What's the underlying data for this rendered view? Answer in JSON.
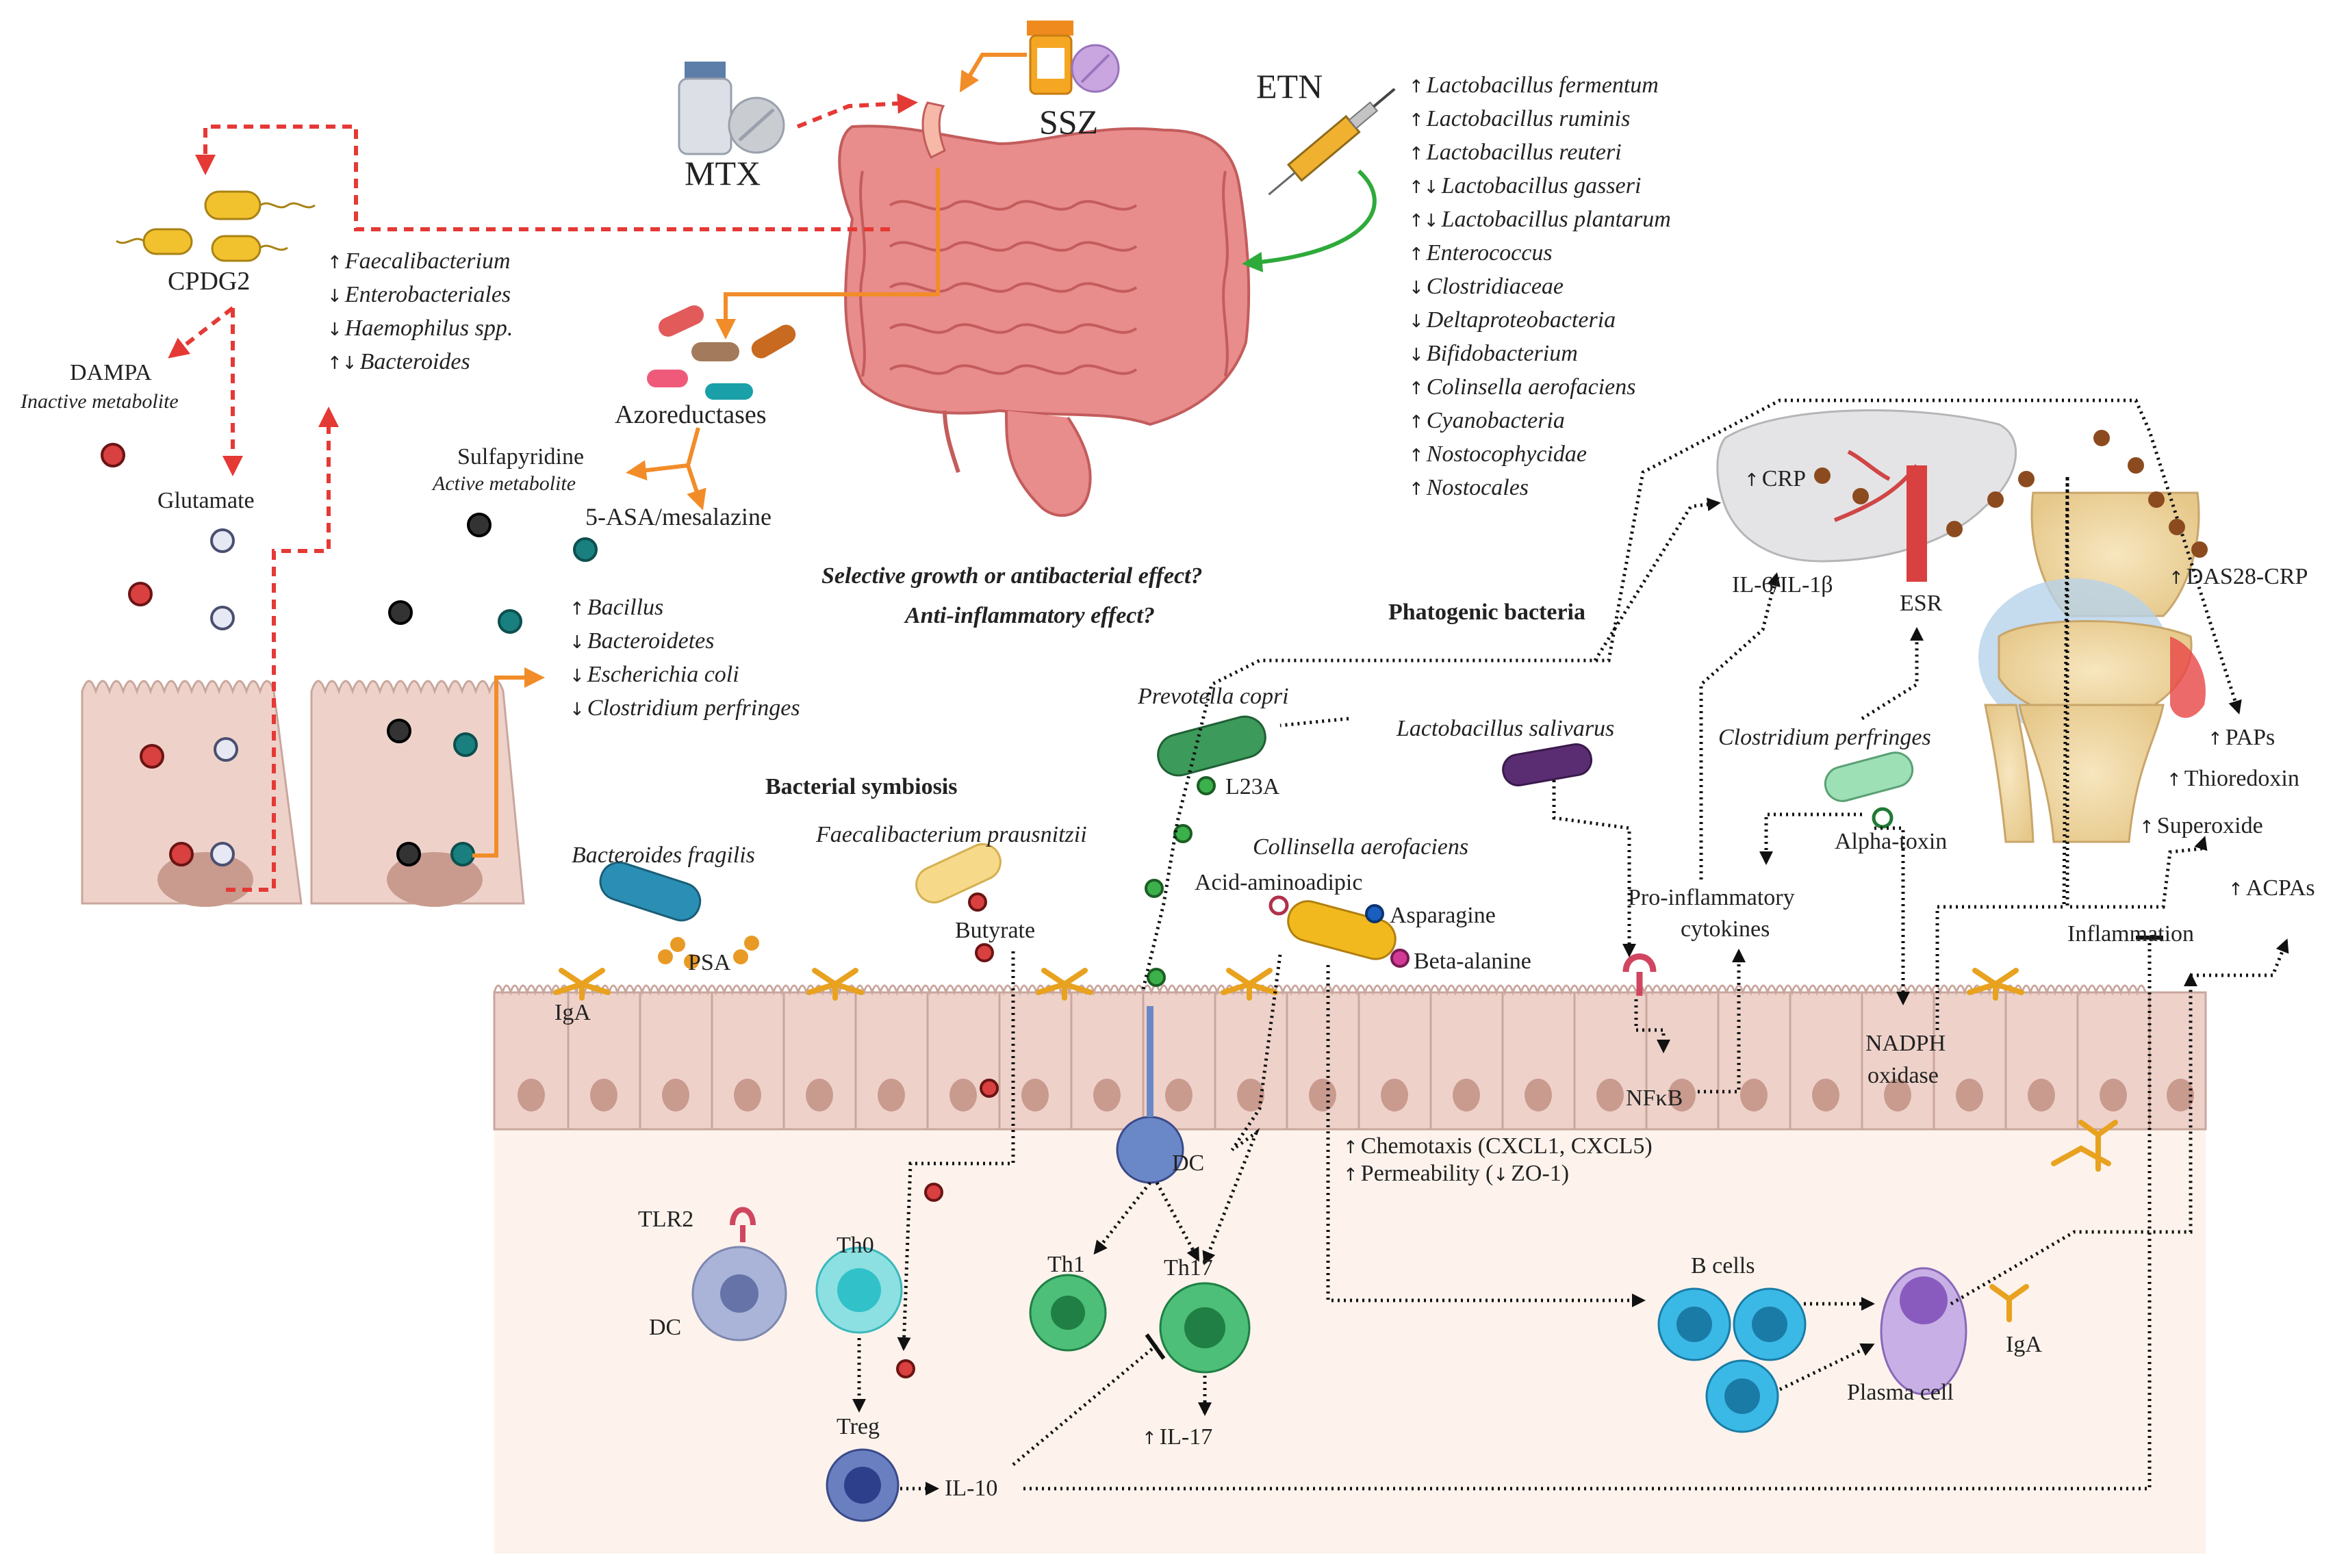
{
  "drugs": {
    "mtx": "MTX",
    "ssz": "SSZ",
    "etn": "ETN"
  },
  "cpdg2": {
    "label": "CPDG2",
    "dampa": "DAMPA",
    "dampa_note": "Inactive metabolite",
    "glutamate": "Glutamate"
  },
  "mtx_taxa": [
    {
      "dir": "↑",
      "name": "Faecalibacterium"
    },
    {
      "dir": "↓",
      "name": "Enterobacteriales"
    },
    {
      "dir": "↓",
      "name": "Haemophilus spp."
    },
    {
      "dir": "↑↓",
      "name": "Bacteroides"
    }
  ],
  "ssz": {
    "azoreductases": "Azoreductases",
    "sulfapyridine": "Sulfapyridine",
    "sulfapyridine_note": "Active metabolite",
    "mesalazine": "5-ASA/mesalazine"
  },
  "ssz_taxa": [
    {
      "dir": "↑",
      "name": "Bacillus"
    },
    {
      "dir": "↓",
      "name": "Bacteroidetes"
    },
    {
      "dir": "↓",
      "name": "Escherichia coli"
    },
    {
      "dir": "↓",
      "name": "Clostridium perfringes"
    }
  ],
  "etn_taxa": [
    {
      "dir": "↑",
      "name": "Lactobacillus fermentum"
    },
    {
      "dir": "↑",
      "name": "Lactobacillus ruminis"
    },
    {
      "dir": "↑",
      "name": "Lactobacillus reuteri"
    },
    {
      "dir": "↑↓",
      "name": "Lactobacillus gasseri"
    },
    {
      "dir": "↑↓",
      "name": "Lactobacillus plantarum"
    },
    {
      "dir": "↑",
      "name": "Enterococcus"
    },
    {
      "dir": "↓",
      "name": "Clostridiaceae"
    },
    {
      "dir": "↓",
      "name": "Deltaproteobacteria"
    },
    {
      "dir": "↓",
      "name": "Bifidobacterium"
    },
    {
      "dir": "↑",
      "name": "Colinsella aerofaciens"
    },
    {
      "dir": "↑",
      "name": "Cyanobacteria"
    },
    {
      "dir": "↑",
      "name": "Nostocophycidae"
    },
    {
      "dir": "↑",
      "name": "Nostocales"
    }
  ],
  "questions": {
    "q1": "Selective growth or antibacterial effect?",
    "q2": "Anti-inflammatory effect?"
  },
  "sections": {
    "pathogenic": "Phatogenic bacteria",
    "symbiosis": "Bacterial symbiosis"
  },
  "bacteria": {
    "prevotella": "Prevotella copri",
    "l23a": "L23A",
    "lactobacillus_salivarus": "Lactobacillus salivarus",
    "clostridium": "Clostridium perfringes",
    "alpha_toxin": "Alpha-toxin",
    "bacteroides_fragilis": "Bacteroides fragilis",
    "psa": "PSA",
    "faecalibacterium": "Faecalibacterium prausnitzii",
    "butyrate": "Butyrate",
    "collinsella": "Collinsella aerofaciens",
    "acid_aminoadipic": "Acid-aminoadipic",
    "asparagine": "Asparagine",
    "beta_alanine": "Beta-alanine"
  },
  "systemic": {
    "crp": "CRP",
    "il6": "IL-6/IL-1β",
    "esr": "ESR",
    "das28": "DAS28-CRP",
    "paps": "PAPs",
    "thioredoxin": "Thioredoxin",
    "superoxide": "Superoxide",
    "acpas": "ACPAs",
    "inflammation": "Inflammation",
    "pro_inflammatory": "Pro-inflammatory",
    "cytokines": "cytokines",
    "nadph": "NADPH",
    "oxidase": "oxidase",
    "nfkb": "NFκB"
  },
  "immune": {
    "iga_left": "IgA",
    "iga_right": "IgA",
    "tlr2": "TLR2",
    "dc_left": "DC",
    "th0": "Th0",
    "treg": "Treg",
    "il10": "IL-10",
    "dc_center": "DC",
    "th1": "Th1",
    "th17": "Th17",
    "il17": "IL-17",
    "chemotaxis": "Chemotaxis (CXCL1, CXCL5)",
    "permeability_a": "Permeability (",
    "permeability_b": "ZO-1)",
    "b_cells": "B cells",
    "plasma_cell": "Plasma cell"
  },
  "colors": {
    "red_dash": "#e53935",
    "orange": "#f28c28",
    "green_arrow": "#2eaa3a",
    "gut": "#e88c8c",
    "epithelium": "#eed2ca",
    "lamina": "#fdf3ec",
    "bone": "#f3dca8"
  }
}
